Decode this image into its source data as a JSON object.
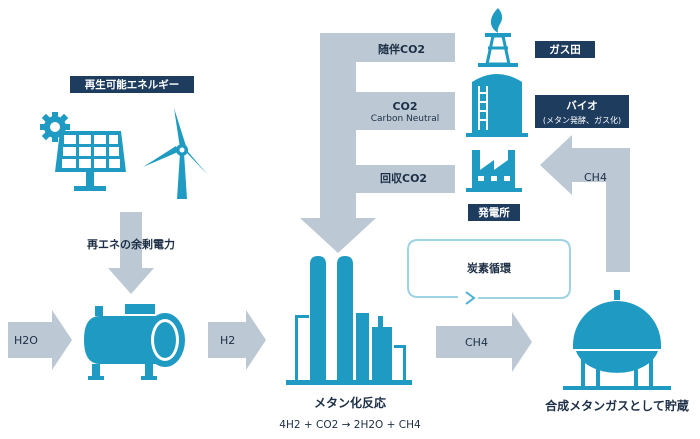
{
  "labels": {
    "renewable": "再生可能エネルギー",
    "surplus_power": "再エネの余剰電力",
    "h2o": "H2O",
    "h2": "H2",
    "co2_accompanying": "随伴CO2",
    "co2": "CO2",
    "carbon_neutral": "Carbon Neutral",
    "co2_recovered": "回収CO2",
    "gas_field": "ガス田",
    "bio": "バイオ",
    "bio_sub": "(メタン発酵、ガス化)",
    "power_plant": "発電所",
    "ch4_upper": "CH4",
    "carbon_cycle": "炭素循環",
    "ch4_lower": "CH4",
    "methanation": "メタン化反応",
    "equation": "4H2 + CO2 → 2H2O + CH4",
    "storage": "合成メタンガスとして貯蔵"
  },
  "colors": {
    "icon_blue": "#1f9bc3",
    "arrow_gray": "#bcc8d3",
    "label_navy": "#1d3c5e",
    "cycle_line": "#9fd3e4"
  }
}
